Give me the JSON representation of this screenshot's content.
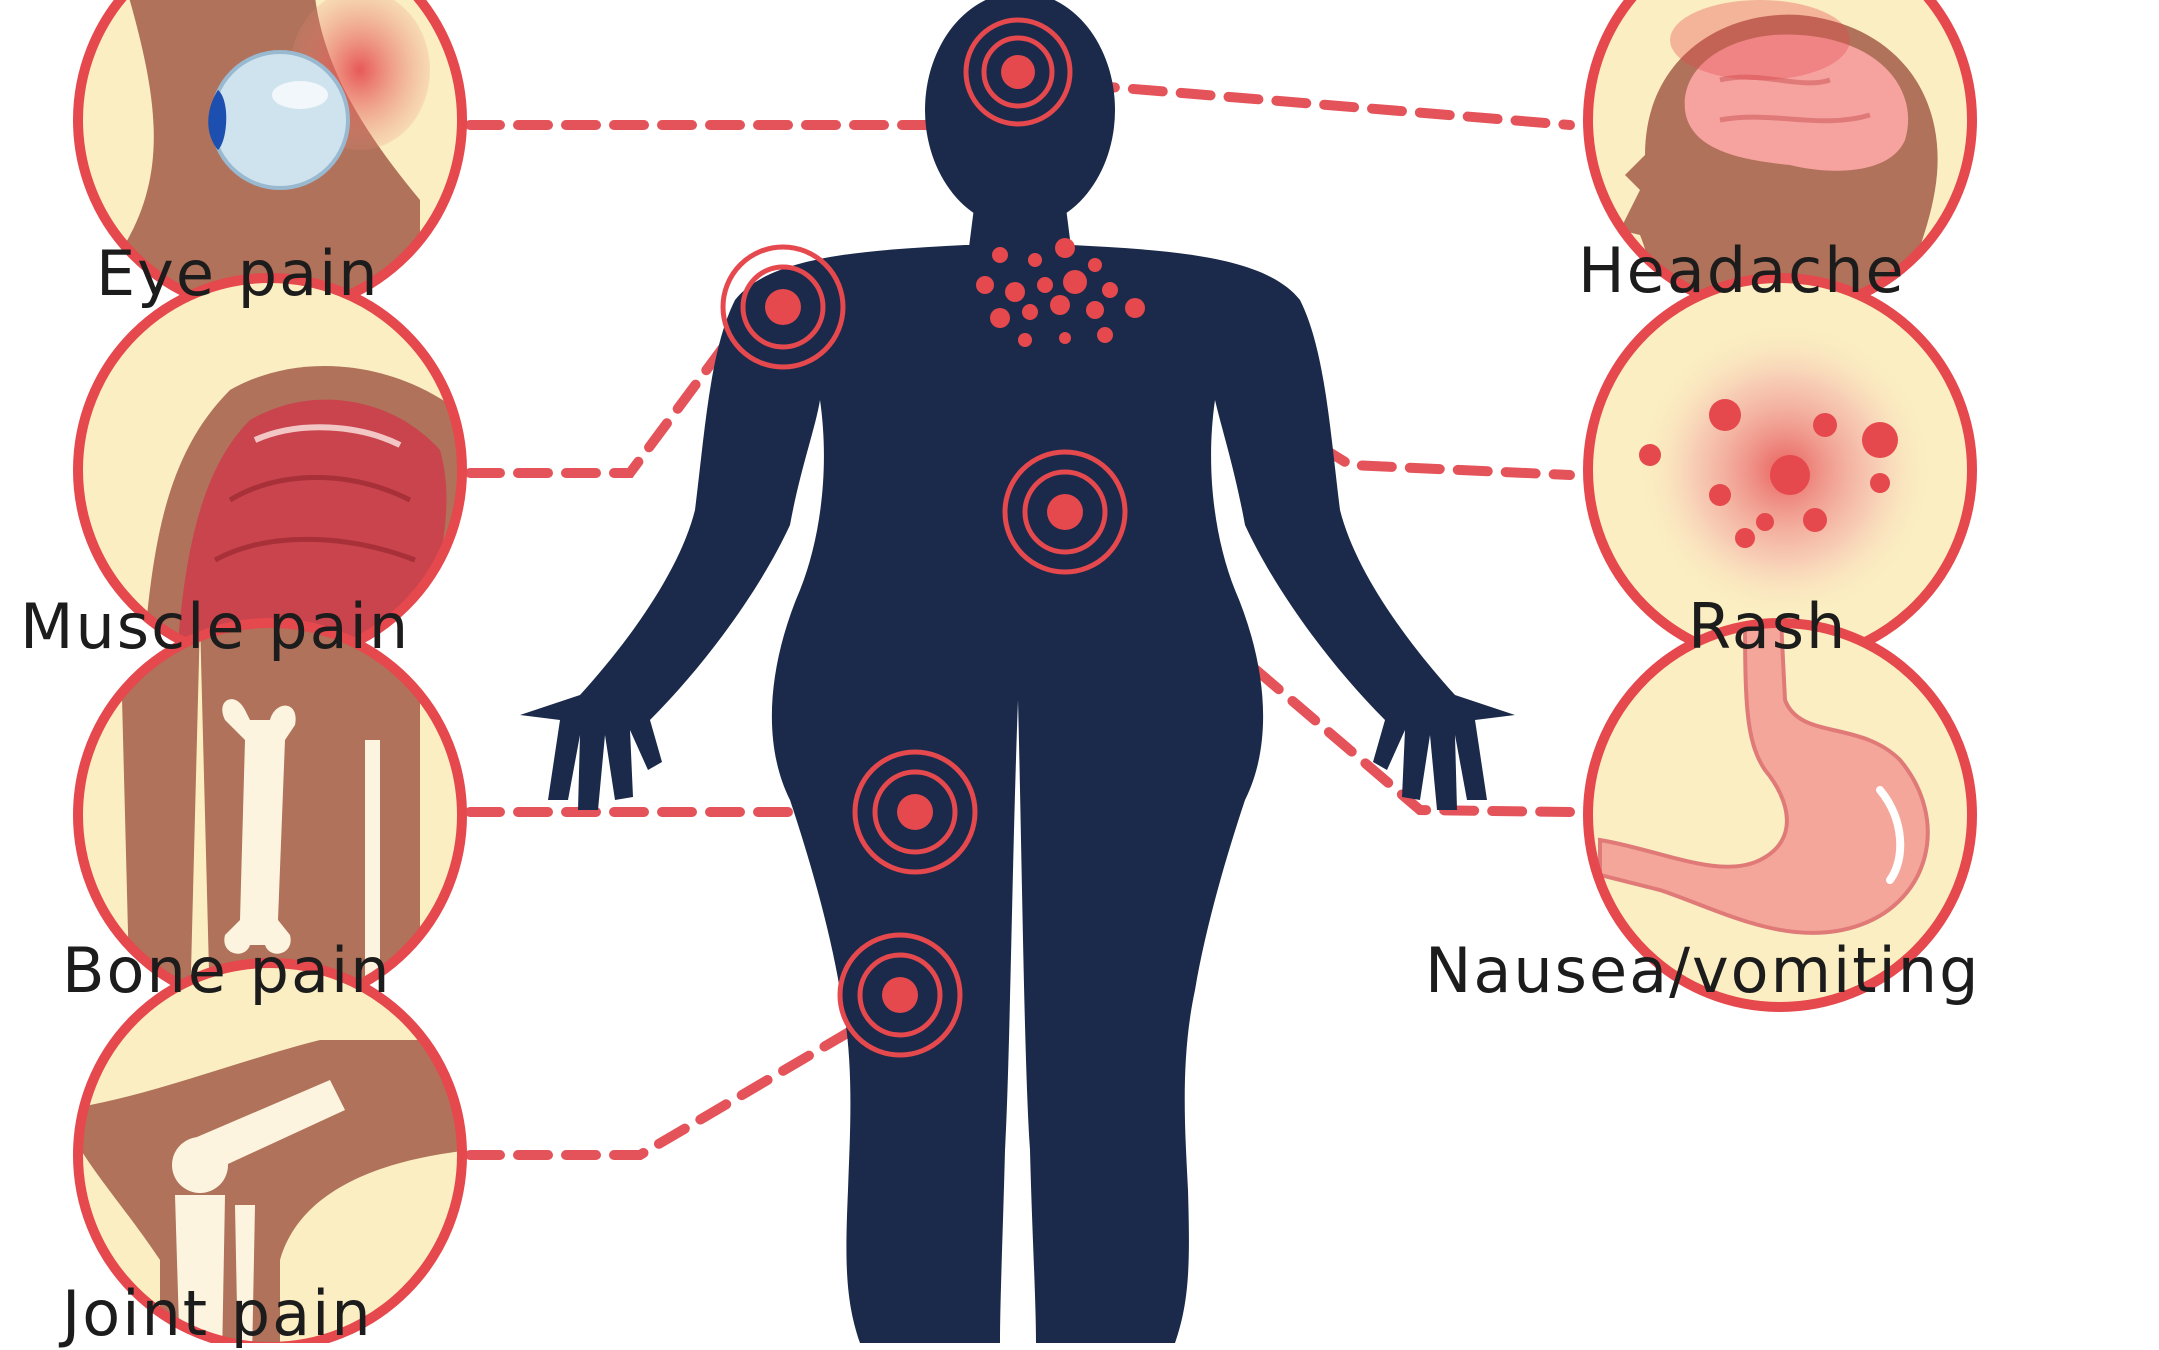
{
  "symptoms": {
    "eye_pain": "Eye pain",
    "muscle_pain": "Muscle pain",
    "bone_pain": "Bone pain",
    "joint_pain": "Joint pain",
    "headache": "Headache",
    "rash": "Rash",
    "nausea": "Nausea/vomiting"
  },
  "colors": {
    "silhouette": "#1b2a4a",
    "marker": "#e5484d",
    "marker_ring": "#f07a7e",
    "dash": "#e5535a",
    "circle_fill": "#fbeec2",
    "skin": "#b0725a",
    "muscle": "#c9444c",
    "bone": "#fdf4df",
    "brain": "#f6a3a0",
    "stomach": "#f5a69b"
  },
  "icons": [
    "eye-icon",
    "muscle-icon",
    "bone-icon",
    "joint-icon",
    "brain-icon",
    "rash-icon",
    "stomach-icon"
  ]
}
